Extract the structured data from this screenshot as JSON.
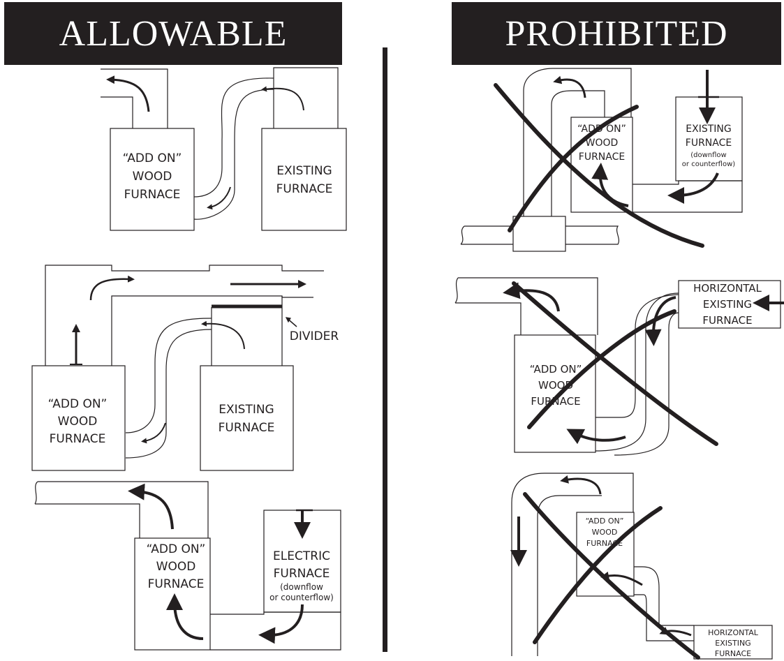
{
  "headers": {
    "allowable": "ALLOWABLE",
    "prohibited": "PROHIBITED"
  },
  "labels": {
    "a1_wood": [
      "“ADD ON”",
      "WOOD",
      "FURNACE"
    ],
    "a1_existing": [
      "EXISTING",
      "FURNACE"
    ],
    "a2_wood": [
      "“ADD ON”",
      "WOOD",
      "FURNACE"
    ],
    "a2_existing": [
      "EXISTING",
      "FURNACE"
    ],
    "a2_divider": "DIVIDER",
    "a3_wood": [
      "“ADD ON”",
      "WOOD",
      "FURNACE"
    ],
    "a3_electric": [
      "ELECTRIC",
      "FURNACE"
    ],
    "a3_electric_note": [
      "(downflow",
      "or counterflow)"
    ],
    "p1_wood": [
      "“ADD ON”",
      "WOOD",
      "FURNACE"
    ],
    "p1_existing": [
      "EXISTING",
      "FURNACE"
    ],
    "p1_existing_note": [
      "(downflow",
      "or counterflow)"
    ],
    "p2_horizontal": [
      "HORIZONTAL",
      "EXISTING",
      "FURNACE"
    ],
    "p2_wood": [
      "“ADD ON”",
      "WOOD",
      "FURNACE"
    ],
    "p3_wood": [
      "“ADD ON”",
      "WOOD",
      "FURNACE"
    ],
    "p3_horizontal": [
      "HORIZONTAL",
      "EXISTING",
      "FURNACE"
    ]
  }
}
